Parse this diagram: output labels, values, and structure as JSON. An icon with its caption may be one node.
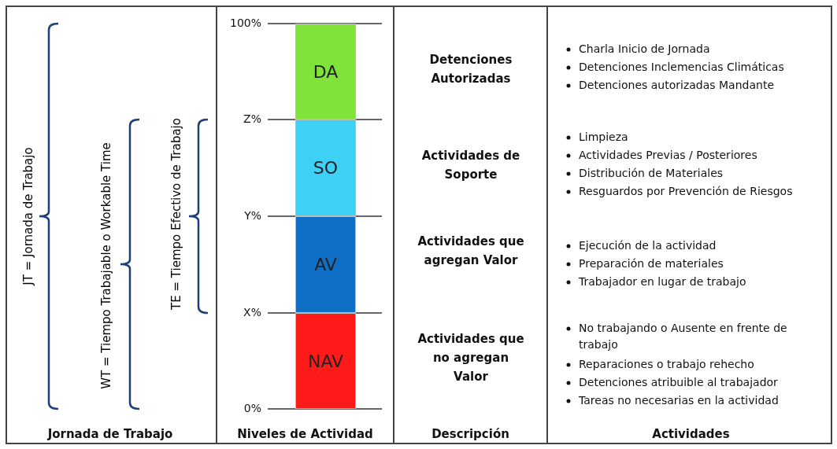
{
  "diagram": {
    "nodes": [
      {
        "text": [
          "DA"
        ]
      },
      {
        "text": [
          "SO"
        ]
      },
      {
        "text": [
          "AV"
        ]
      },
      {
        "text": [
          "NAV"
        ]
      }
    ],
    "labels": [
      "JT = Jornada de Trabajo",
      "WT = Tiempo Trabajable o Workable Time",
      "TE = Tiempo Efectivo de Trabajo",
      "Jornada de Trabajo",
      "100%",
      "Z%",
      "Y%",
      "X%",
      "0%",
      "Niveles de Actividad",
      "Detenciones Autorizadas",
      "Actividades de Soporte",
      "Actividades que agregan Valor",
      "Actividades que no agregan Valor",
      "Descripción",
      "Charla Inicio de Jornada",
      "Detenciones Inclemencias Climáticas",
      "Detenciones autorizadas Mandante",
      "Limpieza",
      "Actividades Previas / Posteriores",
      "Distribución de Materiales",
      "Resguardos por Prevención de Riesgos",
      "Ejecución de la actividad",
      "Preparación de materiales",
      "Trabajador en lugar de trabajo",
      "No trabajando o Ausente en frente de trabajo",
      "Reparaciones o trabajo rehecho",
      "Detenciones atribuible al trabajador",
      "Tareas no necesarias en la actividad",
      "Actividades"
    ]
  }
}
